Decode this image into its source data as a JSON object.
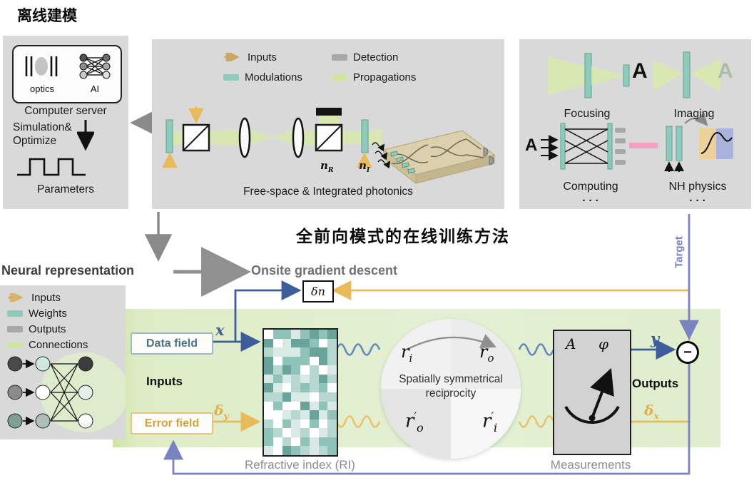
{
  "offline": {
    "heading": "离线建模",
    "optics": "optics",
    "ai": "AI",
    "server": "Computer server",
    "sim1": "Simulation&",
    "sim2": "Optimize",
    "params": "Parameters"
  },
  "photonics": {
    "legend": [
      {
        "label": "Inputs"
      },
      {
        "label": "Modulations"
      },
      {
        "label": "Detection"
      },
      {
        "label": "Propagations"
      }
    ],
    "nR": {
      "base": "n",
      "sub": "R"
    },
    "nI": {
      "base": "n",
      "sub": "I"
    },
    "caption": "Free-space & Integrated photonics"
  },
  "apps": {
    "focusing": "Focusing",
    "imaging": "Imaging",
    "computing": "Computing",
    "nh": "NH physics",
    "letter": "A",
    "dots": "· · ·"
  },
  "training": {
    "title": "全前向模式的在线训练方法",
    "neural": "Neural representation",
    "onsite": "Onsite gradient descent",
    "target": "Target",
    "delta_n": "δn",
    "data_field": "Data field",
    "error_field": "Error field",
    "inputs": "Inputs",
    "outputs": "Outputs",
    "x": "x",
    "y": "y",
    "delta_y": {
      "base": "δ",
      "sub": "y"
    },
    "delta_x": {
      "base": "δ",
      "sub": "x"
    },
    "ri_caption": "Refractive index (RI)",
    "meas_caption": "Measurements",
    "amp": "A",
    "phase": "φ",
    "minus": "−",
    "circle": {
      "l1": "Spatially symmetrical",
      "l2": "reciprocity",
      "ri": {
        "base": "r",
        "sub": "i"
      },
      "ro": {
        "base": "r",
        "sub": "o"
      },
      "rop": {
        "base": "r",
        "sub": "o",
        "prime": "′"
      },
      "rip": {
        "base": "r",
        "sub": "i",
        "prime": "′"
      }
    }
  },
  "flow_legend": {
    "items": [
      {
        "label": "Inputs"
      },
      {
        "label": "Weights"
      },
      {
        "label": "Outputs"
      },
      {
        "label": "Connections"
      }
    ]
  },
  "colors": {
    "teal": "#8fcbbd",
    "yellow": "#e8ba5a",
    "blue": "#3d5d9a",
    "purple": "#7a82c2",
    "band": "#e0eecb",
    "panel": "#d9d9d9",
    "pink": "#f3a8c5",
    "green": "#cfe49f"
  }
}
